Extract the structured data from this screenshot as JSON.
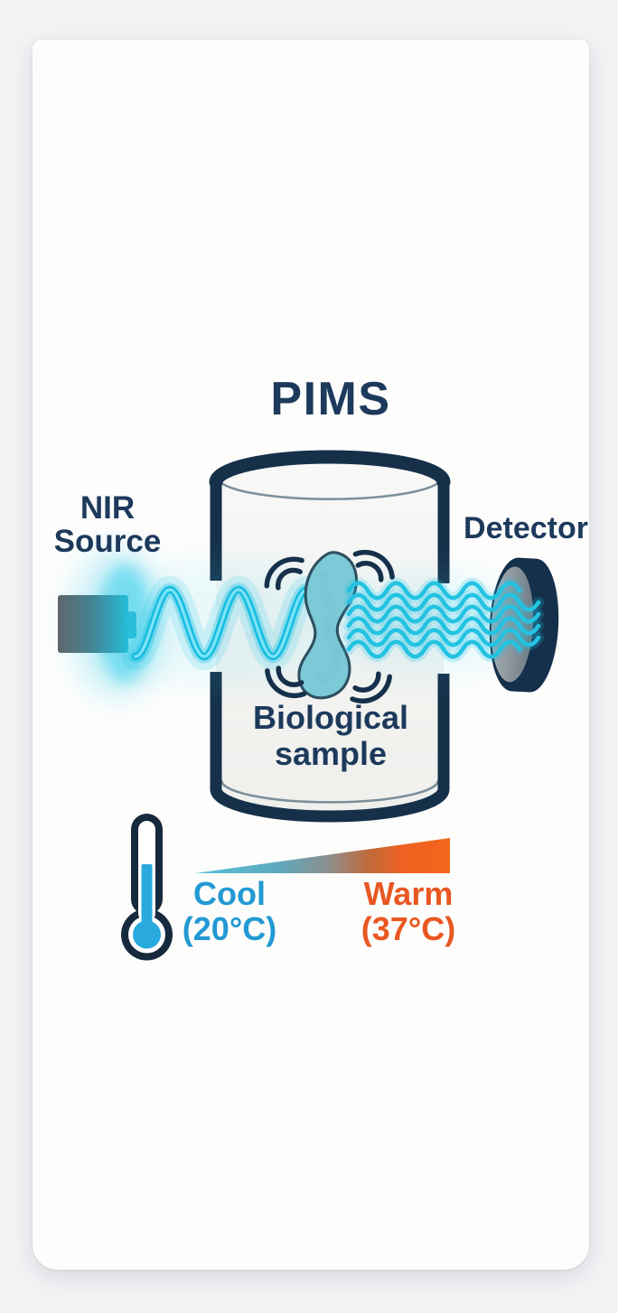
{
  "diagram": {
    "title": "PIMS",
    "nir_source": {
      "line1": "NIR",
      "line2": "Source"
    },
    "detector_label": "Detector",
    "sample": {
      "line1": "Biological",
      "line2": "sample"
    },
    "temperature_legend": {
      "cool_label": "Cool",
      "cool_value": "(20°C)",
      "warm_label": "Warm",
      "warm_value": "(37°C)"
    },
    "colors": {
      "navy": "#1d3a5c",
      "beam_cyan": "#23c3e2",
      "cool_blue": "#2399d3",
      "warm_orange": "#e95722",
      "thermometer_blue": "#29aade",
      "microbe_teal": "#7cc9d7"
    }
  }
}
